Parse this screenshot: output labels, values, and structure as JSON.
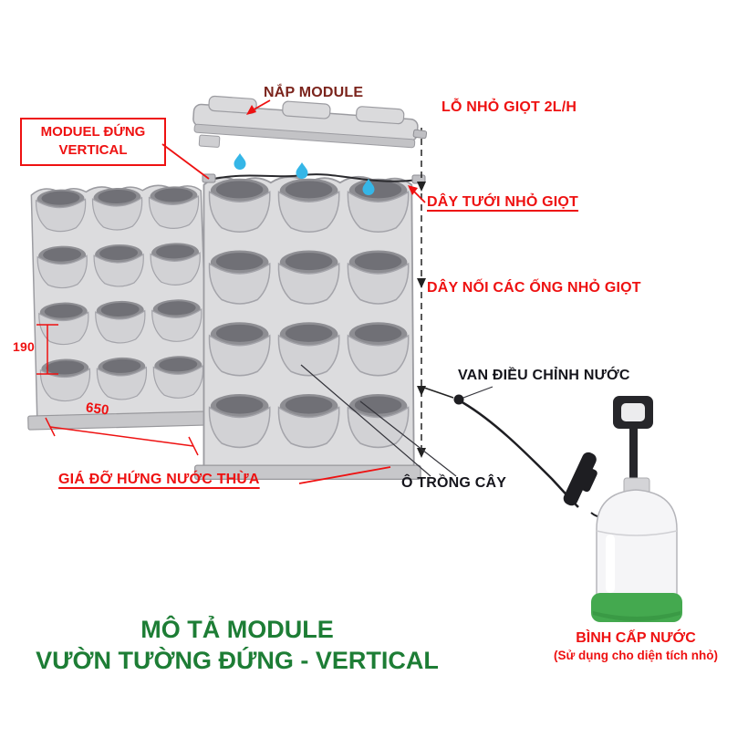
{
  "diagram": {
    "labels": {
      "lid": "NẮP MODULE",
      "module_line1": "MODUEL ĐỨNG",
      "module_line2": "VERTICAL",
      "drip_hole": "LỖ NHỎ GIỌT 2L/H",
      "drip_tube": "DÂY TƯỚI NHỎ GIỌT",
      "tube_connector": "DÂY NỐI CÁC ỐNG NHỎ GIỌT",
      "water_valve": "VAN ĐIỀU CHỈNH NƯỚC",
      "plant_cell": "Ô TRỒNG CÂY",
      "drain_tray": "GIÁ ĐỠ HỨNG NƯỚC THỪA"
    },
    "dimensions": {
      "module_height": "190",
      "module_width": "650"
    },
    "sprayer": {
      "name": "BÌNH CẤP NƯỚC",
      "note": "(Sử dụng cho diện tích nhỏ)"
    },
    "title": {
      "line1": "MÔ TẢ MODULE",
      "line2": "VƯỜN TƯỜNG ĐỨNG - VERTICAL"
    },
    "colors": {
      "label_red": "#ee1111",
      "label_dark": "#15151c",
      "lid_label_maroon": "#7b241c",
      "title_green": "#1d7d35",
      "droplet_blue": "#35b6e7",
      "module_gray": "#dcdcde",
      "pocket_dark": "#707076",
      "sprayer_base_green": "#44a94f"
    }
  }
}
